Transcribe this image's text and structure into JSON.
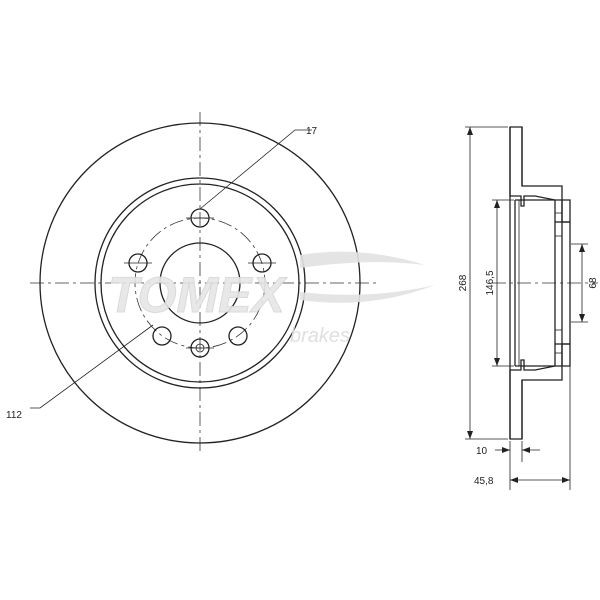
{
  "watermark": {
    "brand": "TOMEX",
    "sub": "brakes"
  },
  "front_view": {
    "label_hole": "17",
    "label_bolt_circle": "112"
  },
  "side_view": {
    "dim_outer_diameter": "268",
    "dim_hat_diameter": "146,5",
    "dim_center_bore": "68",
    "dim_thickness": "10",
    "dim_total_height": "45,8"
  },
  "colors": {
    "line": "#222222",
    "watermark": "#dddddd"
  }
}
